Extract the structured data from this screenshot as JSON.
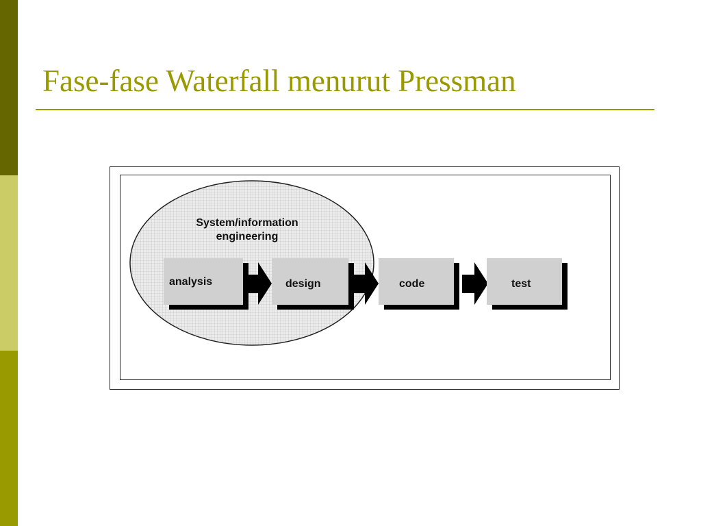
{
  "slide": {
    "title": "Fase-fase Waterfall menurut Pressman"
  },
  "diagram": {
    "ellipse_label_line1": "System/information",
    "ellipse_label_line2": "engineering",
    "phases": [
      "analysis",
      "design",
      "code",
      "test"
    ]
  },
  "colors": {
    "accent_dark": "#666600",
    "accent_light": "#cccc66",
    "accent_mid": "#999900",
    "box_fill": "#d0d0d0",
    "box_shadow": "#000000"
  }
}
